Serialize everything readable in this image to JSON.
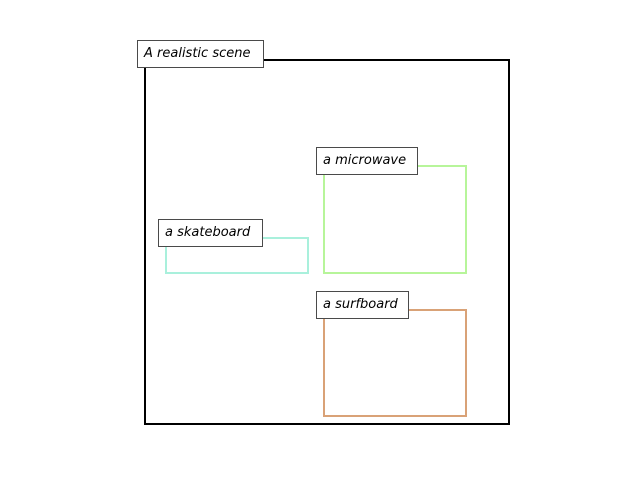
{
  "scene": {
    "title": "A realistic scene"
  },
  "objects": [
    {
      "label": "a microwave",
      "color": "#b7f59a"
    },
    {
      "label": "a skateboard",
      "color": "#a9f0dc"
    },
    {
      "label": "a surfboard",
      "color": "#d9a277"
    }
  ]
}
